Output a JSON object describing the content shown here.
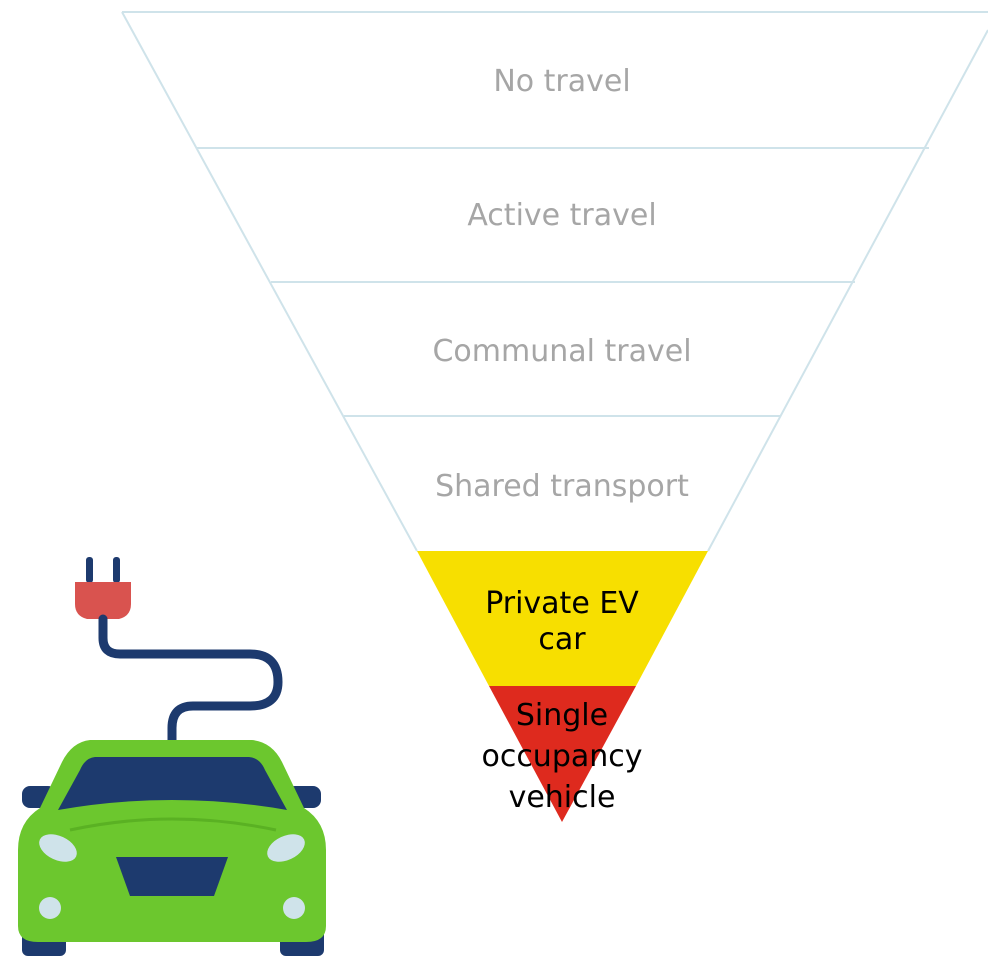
{
  "hierarchy": {
    "levels": [
      {
        "lines": [
          "No travel"
        ]
      },
      {
        "lines": [
          "Active travel"
        ]
      },
      {
        "lines": [
          "Communal travel"
        ]
      },
      {
        "lines": [
          "Shared transport"
        ]
      },
      {
        "lines": [
          "Private EV",
          "car"
        ]
      },
      {
        "lines": [
          "Single",
          "occupancy",
          "vehicle"
        ]
      }
    ]
  },
  "colors": {
    "outline": "#cfe3ea",
    "muted_text": "#a6a6a6",
    "private_ev_fill": "#f7df00",
    "single_occupancy_fill": "#de2a1e",
    "car_body": "#6cc72e",
    "car_dark": "#1d3a6e",
    "plug": "#d9534f"
  },
  "illustration": {
    "icon": "electric-car-with-plug-icon"
  }
}
